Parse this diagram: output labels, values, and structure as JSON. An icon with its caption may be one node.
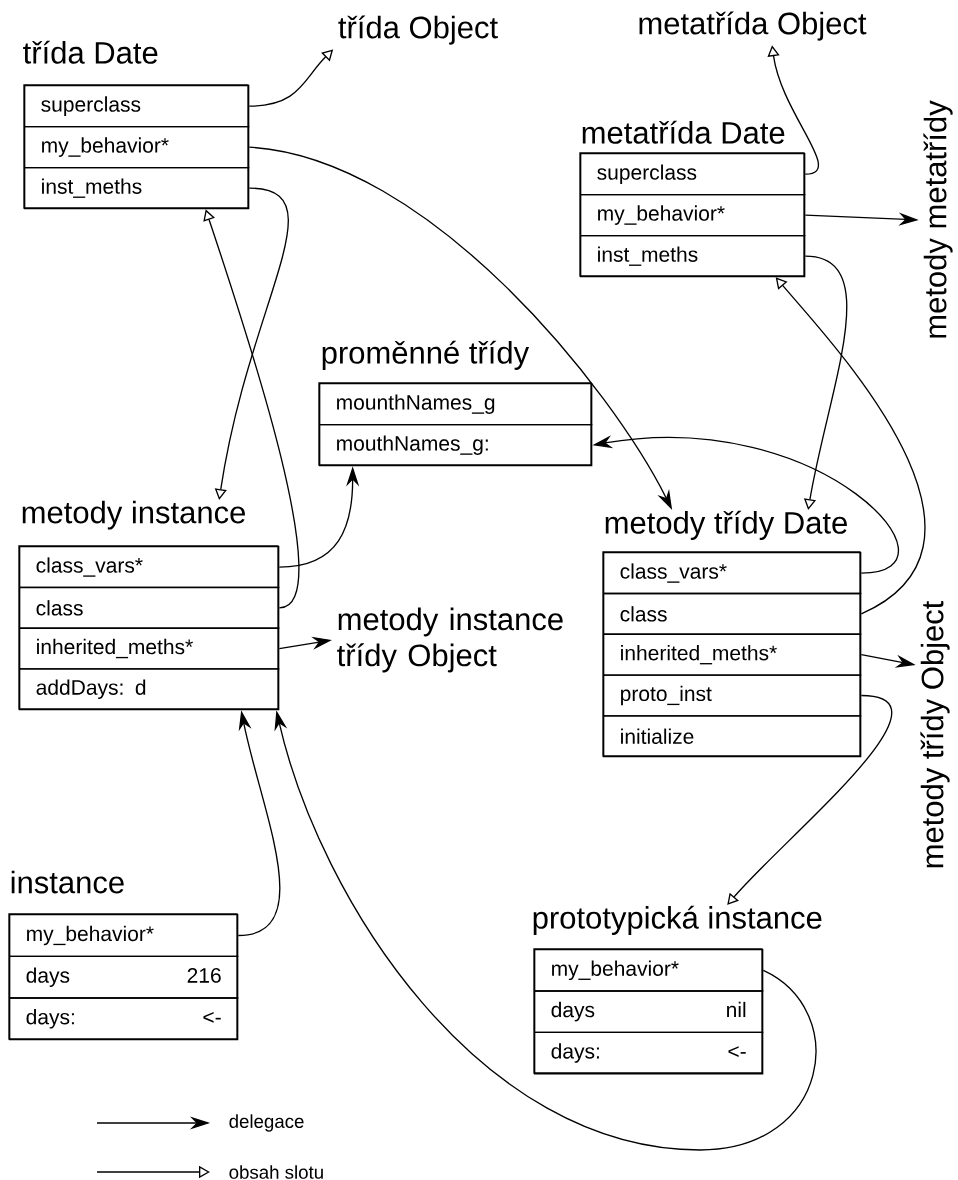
{
  "diagram": {
    "nodes": [
      {
        "text": [
          "třída Object"
        ]
      },
      {
        "text": [
          "metatřída Object"
        ]
      },
      {
        "text": [
          "třída Date"
        ]
      },
      {
        "text": [
          "superclass"
        ],
        "in": 2
      },
      {
        "text": [
          "my_behavior*"
        ],
        "in": 2
      },
      {
        "text": [
          "inst_meths"
        ],
        "in": 2
      },
      {
        "text": [
          "metatřída Date"
        ]
      },
      {
        "text": [
          "superclass"
        ],
        "in": 6
      },
      {
        "text": [
          "my_behavior*"
        ],
        "in": 6
      },
      {
        "text": [
          "inst_meths"
        ],
        "in": 6
      },
      {
        "text": [
          "metody metatřídy"
        ]
      },
      {
        "text": [
          "proměnné třídy"
        ]
      },
      {
        "text": [
          "mounthNames_g"
        ],
        "in": 11
      },
      {
        "text": [
          "mouthNames_g:"
        ],
        "in": 11
      },
      {
        "text": [
          "metody instance"
        ]
      },
      {
        "text": [
          "class_vars*"
        ],
        "in": 14
      },
      {
        "text": [
          "class"
        ],
        "in": 14
      },
      {
        "text": [
          "inherited_meths*"
        ],
        "in": 14
      },
      {
        "text": [
          "addDays: d"
        ],
        "in": 14
      },
      {
        "text": [
          "metody instance třídy Object"
        ]
      },
      {
        "text": [
          "metody třídy Date"
        ]
      },
      {
        "text": [
          "class_vars*"
        ],
        "in": 20
      },
      {
        "text": [
          "class"
        ],
        "in": 20
      },
      {
        "text": [
          "inherited_meths*"
        ],
        "in": 20
      },
      {
        "text": [
          "proto_inst"
        ],
        "in": 20
      },
      {
        "text": [
          "initialize"
        ],
        "in": 20
      },
      {
        "text": [
          "metody třídy Object"
        ]
      },
      {
        "text": [
          "instance"
        ]
      },
      {
        "text": [
          "my_behavior*"
        ],
        "in": 27
      },
      {
        "text": [
          "days",
          "216"
        ],
        "in": 27
      },
      {
        "text": [
          "days:",
          "<-"
        ],
        "in": 27
      },
      {
        "text": [
          "prototypická instance"
        ]
      },
      {
        "text": [
          "my_behavior*"
        ],
        "in": 31
      },
      {
        "text": [
          "days",
          "nil"
        ],
        "in": 31
      },
      {
        "text": [
          "days:",
          "<-"
        ],
        "in": 31
      }
    ],
    "edges": [
      {
        "from": 3,
        "to": 0,
        "arrow": "to"
      },
      {
        "from": 4,
        "to": 20,
        "arrow": "to"
      },
      {
        "from": 5,
        "to": 14,
        "arrow": "to"
      },
      {
        "from": 7,
        "to": 1,
        "arrow": "to"
      },
      {
        "from": 8,
        "to": 10,
        "arrow": "to"
      },
      {
        "from": 9,
        "to": 20,
        "arrow": "to"
      },
      {
        "from": 15,
        "to": 11,
        "arrow": "to"
      },
      {
        "from": 16,
        "to": 2,
        "arrow": "to"
      },
      {
        "from": 17,
        "to": 19,
        "arrow": "to"
      },
      {
        "from": 21,
        "to": 13,
        "arrow": "to"
      },
      {
        "from": 22,
        "to": 6,
        "arrow": "to"
      },
      {
        "from": 23,
        "to": 26,
        "arrow": "to"
      },
      {
        "from": 24,
        "to": 31,
        "arrow": "to"
      },
      {
        "from": 28,
        "to": 14,
        "arrow": "to"
      },
      {
        "from": 32,
        "to": 14,
        "arrow": "to"
      }
    ],
    "legend": [
      {
        "text": "delegace"
      },
      {
        "text": "obsah slotu"
      }
    ]
  }
}
